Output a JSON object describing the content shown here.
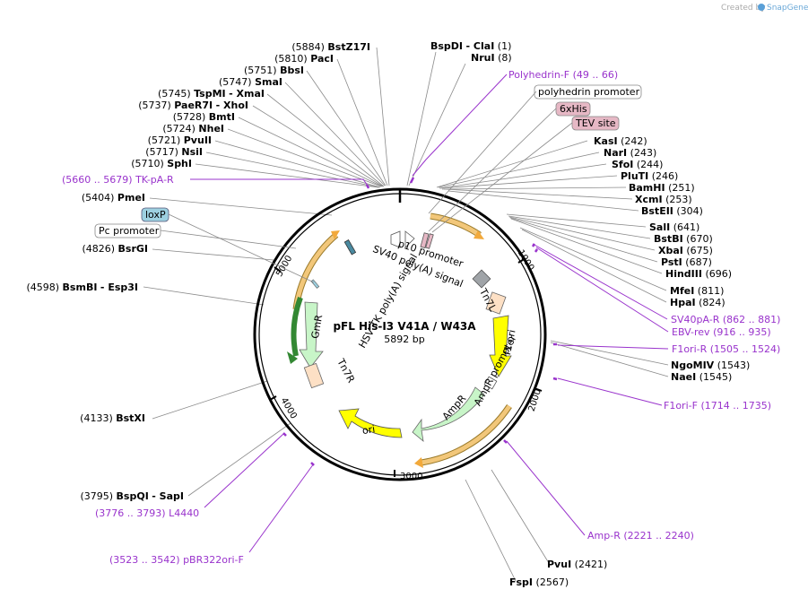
{
  "credit": {
    "prefix": "Created by",
    "brand": "SnapGene"
  },
  "plasmid": {
    "name": "pFL His-I3 V41A / W43A",
    "size": "5892 bp"
  },
  "ticks": [
    {
      "label": "1000",
      "pos": 1000
    },
    {
      "label": "2000",
      "pos": 2000
    },
    {
      "label": "3000",
      "pos": 3000
    },
    {
      "label": "4000",
      "pos": 4000
    },
    {
      "label": "5000",
      "pos": 5000
    }
  ],
  "enzymes_left": [
    {
      "pos": "(5884)",
      "name": "BstZ17I",
      "extra": ""
    },
    {
      "pos": "(5810)",
      "name": "PacI",
      "extra": ""
    },
    {
      "pos": "(5751)",
      "name": "BbsI",
      "extra": ""
    },
    {
      "pos": "(5747)",
      "name": "SmaI",
      "extra": ""
    },
    {
      "pos": "(5745)",
      "name": "TspMI",
      "extra": "- XmaI"
    },
    {
      "pos": "(5737)",
      "name": "PaeR7I",
      "extra": "- XhoI"
    },
    {
      "pos": "(5728)",
      "name": "BmtI",
      "extra": ""
    },
    {
      "pos": "(5724)",
      "name": "NheI",
      "extra": ""
    },
    {
      "pos": "(5721)",
      "name": "PvuII",
      "extra": ""
    },
    {
      "pos": "(5717)",
      "name": "NsiI",
      "extra": ""
    },
    {
      "pos": "(5710)",
      "name": "SphI",
      "extra": ""
    },
    {
      "pos": "(5404)",
      "name": "PmeI",
      "extra": ""
    },
    {
      "pos": "(4826)",
      "name": "BsrGI",
      "extra": ""
    },
    {
      "pos": "(4598)",
      "name": "BsmBI",
      "extra": "- Esp3I"
    },
    {
      "pos": "(4133)",
      "name": "BstXI",
      "extra": ""
    },
    {
      "pos": "(3795)",
      "name": "BspQI",
      "extra": "- SapI"
    }
  ],
  "enzymes_top": [
    {
      "name": "BspDI",
      "extra": "- ClaI",
      "pos": "(1)"
    },
    {
      "name": "NruI",
      "extra": "",
      "pos": "(8)"
    }
  ],
  "enzymes_right": [
    {
      "name": "KasI",
      "pos": "(242)"
    },
    {
      "name": "NarI",
      "pos": "(243)"
    },
    {
      "name": "SfoI",
      "pos": "(244)"
    },
    {
      "name": "PluTI",
      "pos": "(246)"
    },
    {
      "name": "BamHI",
      "pos": "(251)"
    },
    {
      "name": "XcmI",
      "pos": "(253)"
    },
    {
      "name": "BstEII",
      "pos": "(304)"
    },
    {
      "name": "SalI",
      "pos": "(641)"
    },
    {
      "name": "BstBI",
      "pos": "(670)"
    },
    {
      "name": "XbaI",
      "pos": "(675)"
    },
    {
      "name": "PstI",
      "pos": "(687)"
    },
    {
      "name": "HindIII",
      "pos": "(696)"
    },
    {
      "name": "MfeI",
      "pos": "(811)"
    },
    {
      "name": "HpaI",
      "pos": "(824)"
    },
    {
      "name": "NgoMIV",
      "pos": "(1543)"
    },
    {
      "name": "NaeI",
      "pos": "(1545)"
    },
    {
      "name": "PvuI",
      "pos": "(2421)"
    },
    {
      "name": "FspI",
      "pos": "(2567)"
    }
  ],
  "primers": [
    {
      "name": "Polyhedrin-F",
      "range": "(49 .. 66)"
    },
    {
      "name": "TK-pA-R",
      "range": "(5660 .. 5679)"
    },
    {
      "name": "SV40pA-R",
      "range": "(862 .. 881)"
    },
    {
      "name": "EBV-rev",
      "range": "(916 .. 935)"
    },
    {
      "name": "F1ori-R",
      "range": "(1505 .. 1524)"
    },
    {
      "name": "F1ori-F",
      "range": "(1714 .. 1735)"
    },
    {
      "name": "Amp-R",
      "range": "(2221 .. 2240)"
    },
    {
      "name": "L4440",
      "range": "(3776 .. 3793)"
    },
    {
      "name": "pBR322ori-F",
      "range": "(3523 .. 3542)"
    }
  ],
  "boxed_features": [
    {
      "label": "polyhedrin promoter",
      "fill": "#ffffff"
    },
    {
      "label": "6xHis",
      "fill": "#e6b8c5"
    },
    {
      "label": "TEV site",
      "fill": "#e6b8c5"
    },
    {
      "label": "loxP",
      "fill": "#9dd0e0"
    },
    {
      "label": "Pc promoter",
      "fill": "#ffffff"
    }
  ],
  "features": [
    {
      "label": "p10 promoter"
    },
    {
      "label": "SV40 poly(A) signal"
    },
    {
      "label": "HSV TK poly(A) signal"
    },
    {
      "label": "Tn7L"
    },
    {
      "label": "f1 ori"
    },
    {
      "label": "AmpR promoter"
    },
    {
      "label": "AmpR"
    },
    {
      "label": "ori"
    },
    {
      "label": "GmR"
    },
    {
      "label": "Tn7R"
    }
  ],
  "colors": {
    "backbone": "#000000",
    "primer": "#9933cc",
    "orange_arc": "#f2a93b",
    "ampr": "#c8f5c8",
    "f1ori": "#ffff00",
    "tn7": "#fde0c5",
    "his": "#e6b8c5",
    "loxp": "#9dd0e0"
  }
}
